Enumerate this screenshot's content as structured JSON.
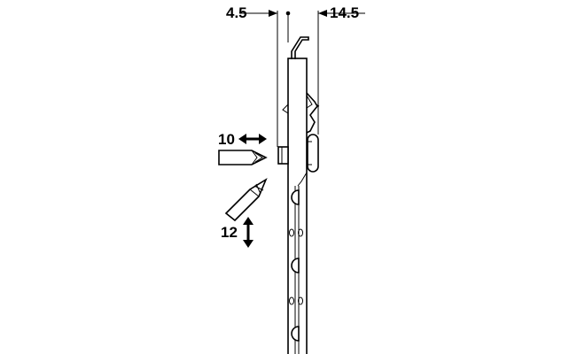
{
  "dimensions": {
    "left_offset": "4.5",
    "right_offset": "14.5",
    "horizontal_adjust": "10",
    "vertical_adjust": "12"
  },
  "colors": {
    "line": "#000000",
    "background": "#ffffff"
  }
}
